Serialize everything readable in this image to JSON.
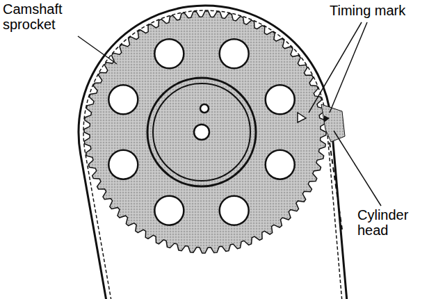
{
  "diagram": {
    "labels": [
      "Camshaft sprocket",
      "Timing mark",
      "Cylinder head"
    ]
  }
}
